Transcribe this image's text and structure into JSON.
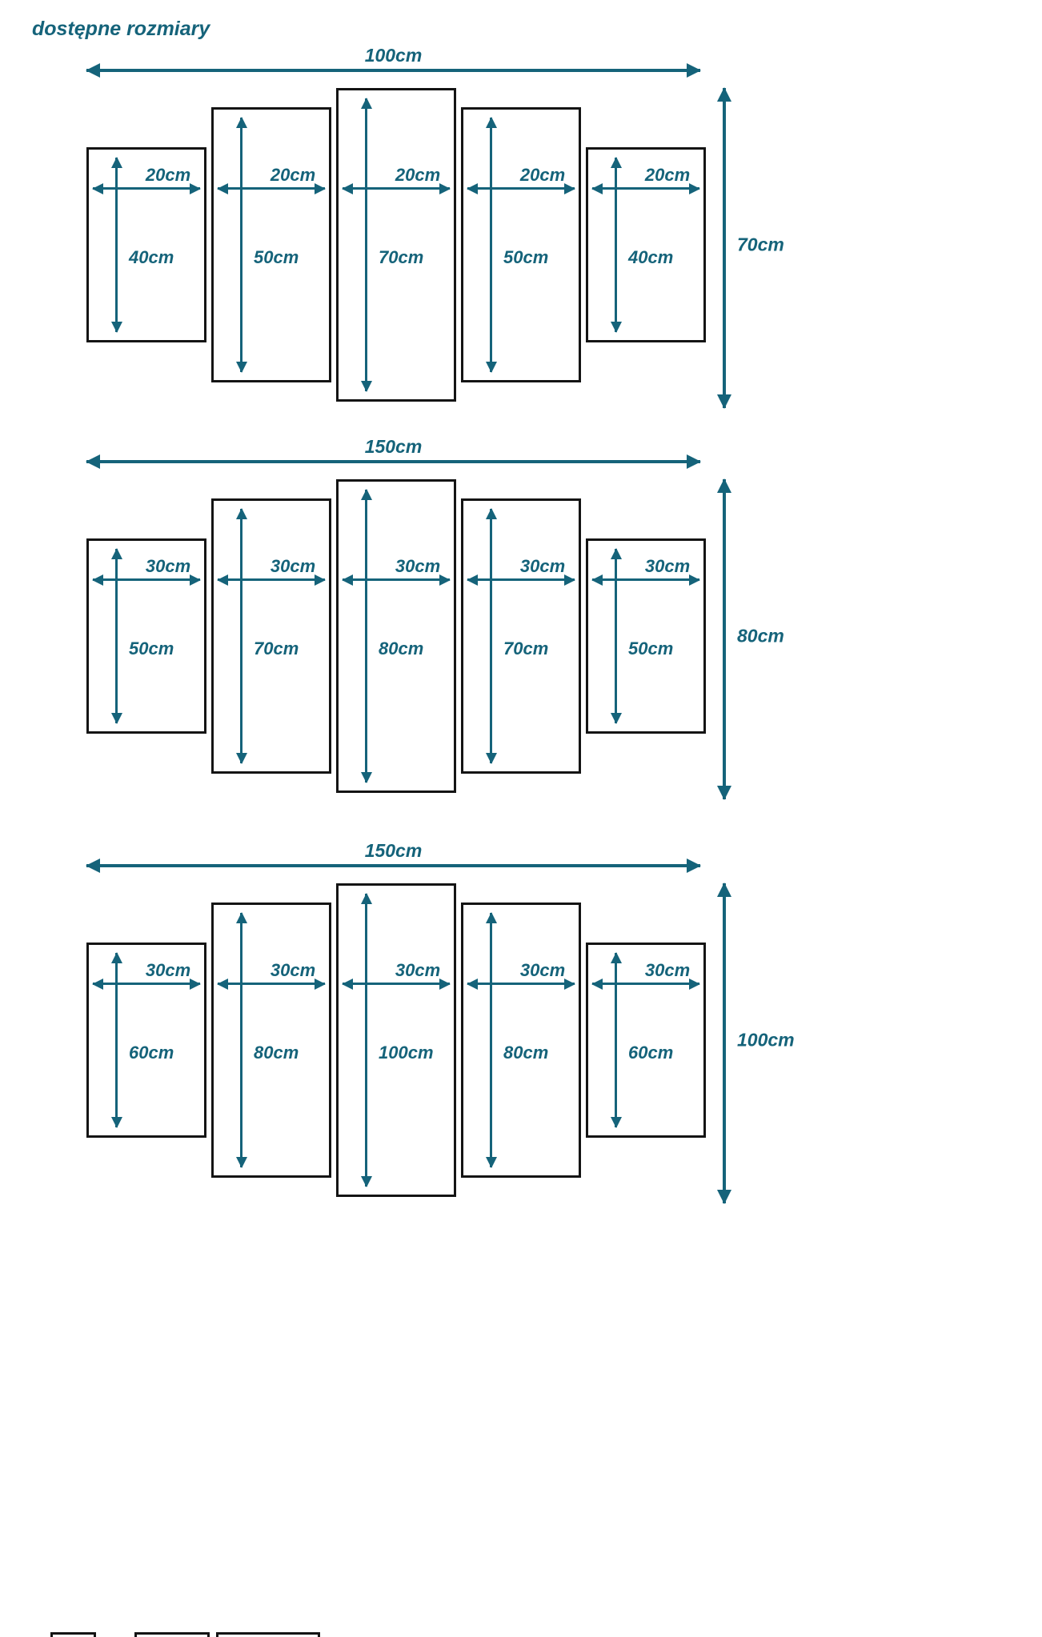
{
  "title": "dostępne rozmiary",
  "colors": {
    "accent": "#15637a",
    "panel_border": "#141414"
  },
  "groups": [
    {
      "total_width": "100cm",
      "total_height": "70cm",
      "panels": [
        {
          "width": "20cm",
          "height": "40cm"
        },
        {
          "width": "20cm",
          "height": "50cm"
        },
        {
          "width": "20cm",
          "height": "70cm"
        },
        {
          "width": "20cm",
          "height": "50cm"
        },
        {
          "width": "20cm",
          "height": "40cm"
        }
      ]
    },
    {
      "total_width": "150cm",
      "total_height": "80cm",
      "panels": [
        {
          "width": "30cm",
          "height": "50cm"
        },
        {
          "width": "30cm",
          "height": "70cm"
        },
        {
          "width": "30cm",
          "height": "80cm"
        },
        {
          "width": "30cm",
          "height": "70cm"
        },
        {
          "width": "30cm",
          "height": "50cm"
        }
      ]
    },
    {
      "total_width": "150cm",
      "total_height": "100cm",
      "panels": [
        {
          "width": "30cm",
          "height": "60cm"
        },
        {
          "width": "30cm",
          "height": "80cm"
        },
        {
          "width": "30cm",
          "height": "100cm"
        },
        {
          "width": "30cm",
          "height": "80cm"
        },
        {
          "width": "30cm",
          "height": "60cm"
        }
      ]
    }
  ]
}
